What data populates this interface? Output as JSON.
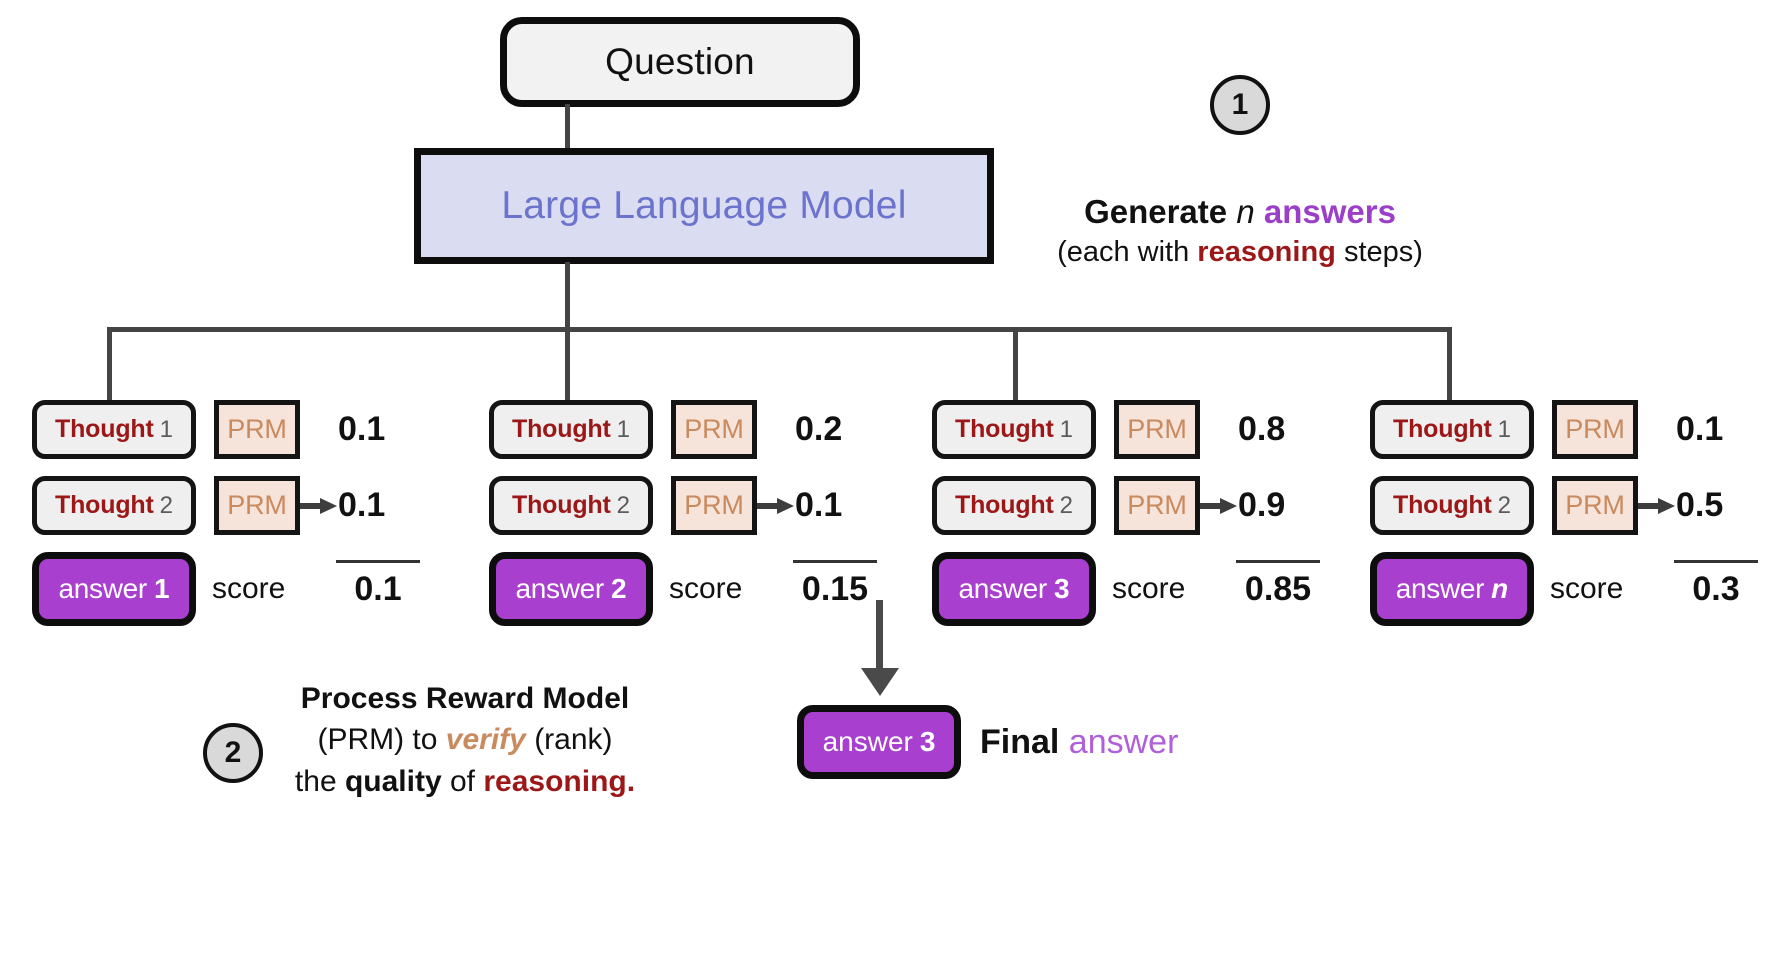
{
  "diagram": {
    "title_box": {
      "label": "Question"
    },
    "model_box": {
      "label": "Large Language Model"
    },
    "step1": {
      "badge": "1",
      "line1_a": "Generate ",
      "line1_n": "n",
      "line1_b": " answers",
      "line2_a": "(each with ",
      "line2_b": "reasoning",
      "line2_c": " steps)"
    },
    "step2": {
      "badge": "2",
      "line1": "Process Reward Model",
      "line2_a": "(PRM) to ",
      "line2_verify": "verify",
      "line2_b": "  (rank)",
      "line3_a": "the ",
      "line3_quality": "quality",
      "line3_b": " of ",
      "line3_reasoning": "reasoning",
      "line3_c": "."
    },
    "labels": {
      "thought_word": "Thought",
      "prm_word": "PRM",
      "answer_word": "answer",
      "score_word": "score",
      "final_word": "Final",
      "final_answer_word": "answer"
    },
    "final": {
      "box_word": "answer",
      "box_num": "3"
    },
    "branches": [
      {
        "answer_id": "1",
        "answer_italic": false,
        "thoughts": [
          {
            "num": "1",
            "score": "0.1"
          },
          {
            "num": "2",
            "score": "0.1"
          }
        ],
        "final_score": "0.1"
      },
      {
        "answer_id": "2",
        "answer_italic": false,
        "thoughts": [
          {
            "num": "1",
            "score": "0.2"
          },
          {
            "num": "2",
            "score": "0.1"
          }
        ],
        "final_score": "0.15"
      },
      {
        "answer_id": "3",
        "answer_italic": false,
        "thoughts": [
          {
            "num": "1",
            "score": "0.8"
          },
          {
            "num": "2",
            "score": "0.9"
          }
        ],
        "final_score": "0.85"
      },
      {
        "answer_id": "n",
        "answer_italic": true,
        "thoughts": [
          {
            "num": "1",
            "score": "0.1"
          },
          {
            "num": "2",
            "score": "0.5"
          }
        ],
        "final_score": "0.3"
      }
    ],
    "colors": {
      "purple": "#a83fce",
      "purple_text": "#9b3fc9",
      "dark_red": "#9c1717",
      "tan": "#c98a5e",
      "llm_blue": "#6b73cc",
      "llm_bg": "#dadcf2",
      "prm_bg": "#f6e3da",
      "thought_bg": "#efefef",
      "badge_bg": "#d9d9d9",
      "line": "#444444"
    }
  }
}
